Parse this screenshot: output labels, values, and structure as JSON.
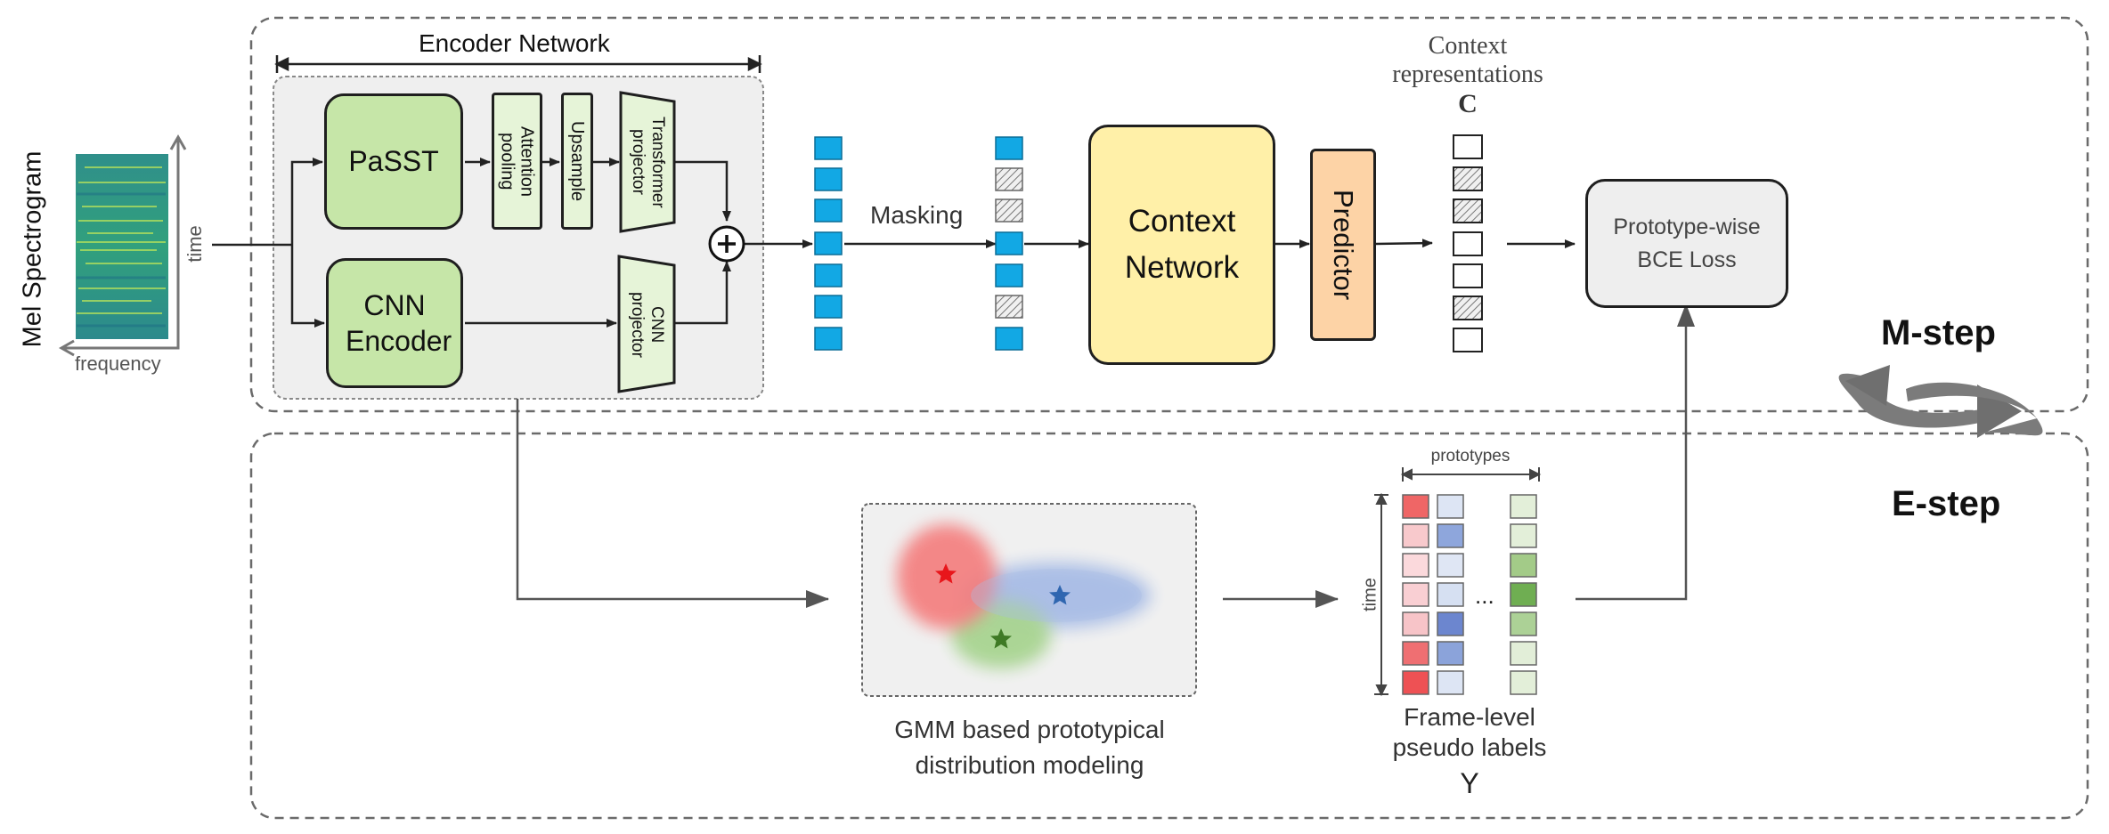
{
  "input": {
    "title": "Mel Spectrogram",
    "axis_time": "time",
    "axis_frequency": "frequency"
  },
  "encoder": {
    "title": "Encoder Network",
    "passt": "PaSST",
    "attention_pooling": "Attention pooling",
    "upsample": "Upsample",
    "transformer_projector": "Transformer projector",
    "cnn_encoder": "CNN Encoder",
    "cnn_projector": "CNN projector",
    "sum_symbol": "+"
  },
  "masking": {
    "label": "Masking"
  },
  "context": {
    "network": "Context Network",
    "predictor": "Predictor",
    "repr_line1": "Context",
    "repr_line2": "representations",
    "repr_symbol": "C"
  },
  "loss": {
    "label": "Prototype-wise BCE Loss"
  },
  "em": {
    "m_step": "M-step",
    "e_step": "E-step"
  },
  "gmm": {
    "caption": "GMM based prototypical distribution modeling"
  },
  "pseudo": {
    "prototypes": "prototypes",
    "time": "time",
    "ellipsis": "...",
    "caption_line1": "Frame-level",
    "caption_line2": "pseudo labels",
    "symbol": "Y"
  },
  "colors": {
    "cyan": "#12a8e4",
    "green_box": "#c6e6a8",
    "context_yellow": "#fff0a8",
    "predictor_orange": "#fdd3a6",
    "loss_gray": "#eeeeee",
    "red": "#f15858",
    "blue": "#6a86cc",
    "green": "#7fba5c"
  }
}
